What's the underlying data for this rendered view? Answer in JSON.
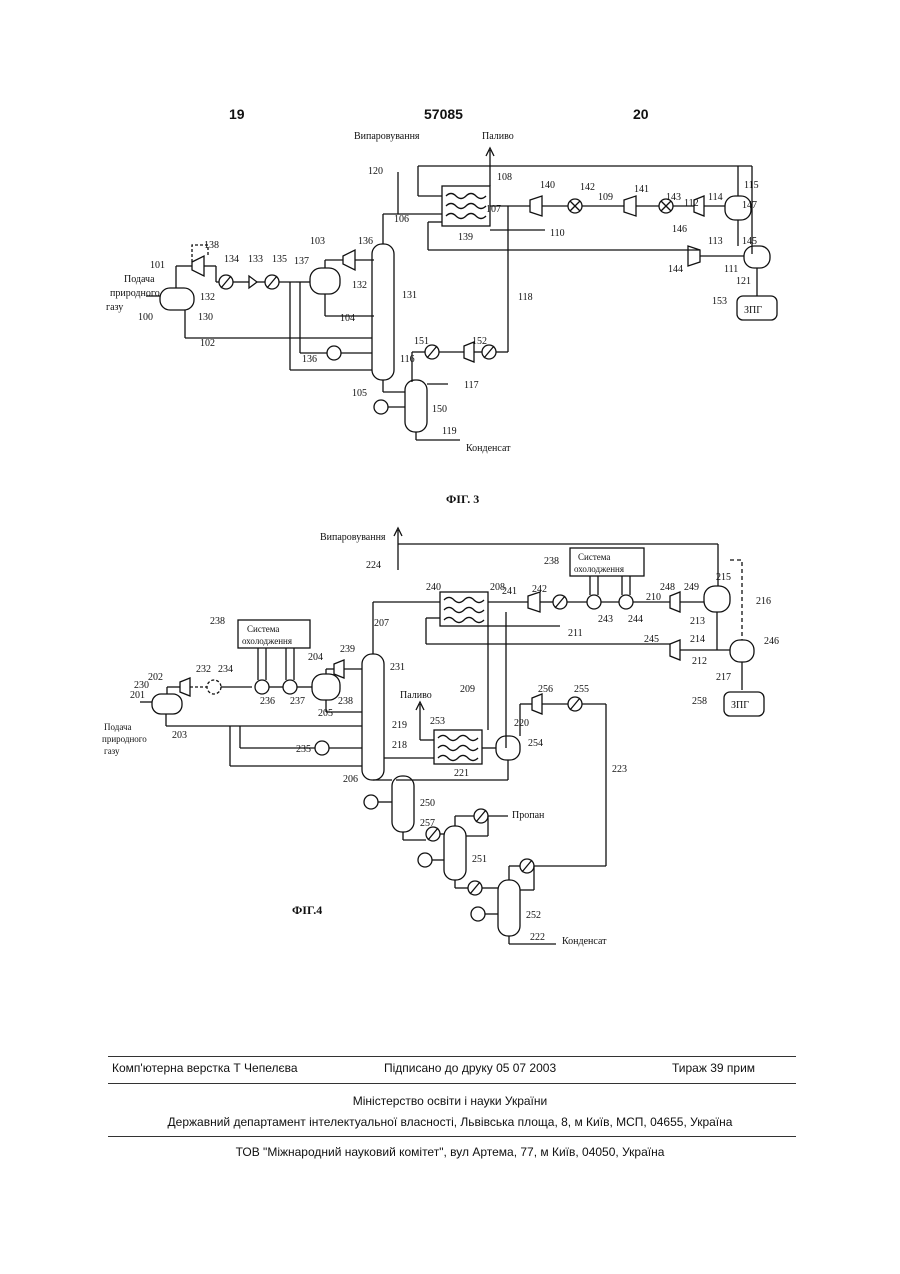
{
  "header": {
    "page_left": "19",
    "patent_no": "57085",
    "page_right": "20"
  },
  "fig3": {
    "caption": "ФІГ. 3",
    "labels": {
      "evaporation": "Випаровування",
      "fuel": "Паливо",
      "feed_line1": "Подача",
      "feed_line2": "природного",
      "feed_line3": "газу",
      "condensate": "Конденсат",
      "lng": "ЗПГ"
    },
    "refs": [
      "100",
      "101",
      "102",
      "103",
      "104",
      "105",
      "106",
      "107",
      "108",
      "109",
      "110",
      "111",
      "112",
      "113",
      "114",
      "115",
      "116",
      "117",
      "118",
      "119",
      "120",
      "121",
      "130",
      "131",
      "132",
      "132",
      "133",
      "134",
      "135",
      "136",
      "136",
      "137",
      "138",
      "139",
      "140",
      "141",
      "142",
      "143",
      "144",
      "145",
      "146",
      "147",
      "150",
      "151",
      "152",
      "153"
    ]
  },
  "fig4": {
    "caption": "ФІГ.4",
    "labels": {
      "evaporation": "Випаровування",
      "fuel": "Паливо",
      "cooling_a1": "Система",
      "cooling_a2": "охолодження",
      "cooling_b1": "Система",
      "cooling_b2": "охолодження",
      "feed_line1": "Подача",
      "feed_line2": "природного",
      "feed_line3": "газу",
      "propane": "Пропан",
      "condensate": "Конденсат",
      "lng": "ЗПГ"
    },
    "refs": [
      "201",
      "202",
      "203",
      "204",
      "205",
      "206",
      "207",
      "208",
      "209",
      "210",
      "211",
      "212",
      "213",
      "214",
      "215",
      "216",
      "217",
      "218",
      "219",
      "220",
      "221",
      "222",
      "223",
      "224",
      "230",
      "231",
      "232",
      "234",
      "235",
      "236",
      "237",
      "238",
      "238",
      "238",
      "239",
      "240",
      "241",
      "242",
      "243",
      "244",
      "245",
      "246",
      "248",
      "249",
      "250",
      "251",
      "252",
      "253",
      "254",
      "255",
      "256",
      "257",
      "258"
    ]
  },
  "footer": {
    "layout": "Комп'ютерна верстка Т  Чепелєва",
    "signed": "Підписано до друку 05 07 2003",
    "print_run": "Тираж 39 прим",
    "ministry": "Міністерство освіти і науки України",
    "department": "Державний департамент інтелектуальної власності, Львівська площа, 8, м  Київ, МСП, 04655, Україна",
    "company": "ТОВ \"Міжнародний науковий комітет\", вул  Артема, 77, м  Київ, 04050, Україна"
  }
}
